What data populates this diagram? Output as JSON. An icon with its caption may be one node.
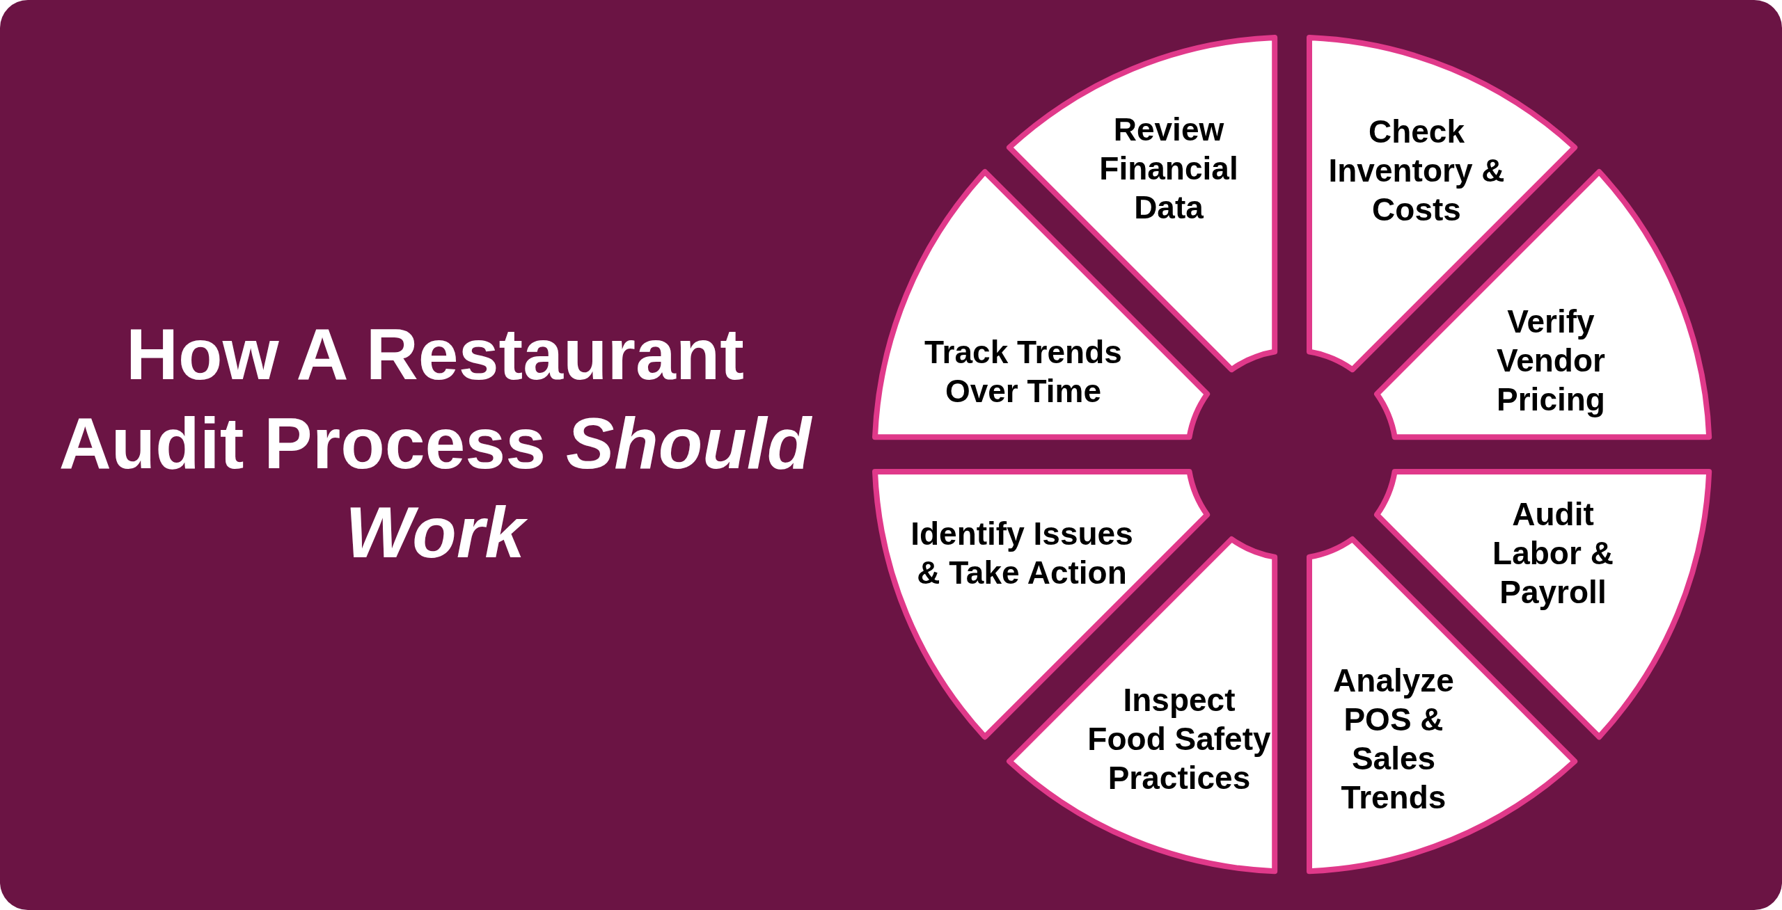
{
  "diagram": {
    "title": "How A Restaurant Audit Process *Should Work*",
    "nodes": [
      {
        "text": [
          "Review Financial Data"
        ]
      },
      {
        "text": [
          "Check Inventory & Costs"
        ]
      },
      {
        "text": [
          "Verify Vendor Pricing"
        ]
      },
      {
        "text": [
          "Audit Labor & Payroll"
        ]
      },
      {
        "text": [
          "Analyze POS & Sales Trends"
        ]
      },
      {
        "text": [
          "Inspect Food Safety Practices"
        ]
      },
      {
        "text": [
          "Identify Issues & Take Action"
        ]
      },
      {
        "text": [
          "Track Trends Over Time"
        ]
      }
    ]
  }
}
